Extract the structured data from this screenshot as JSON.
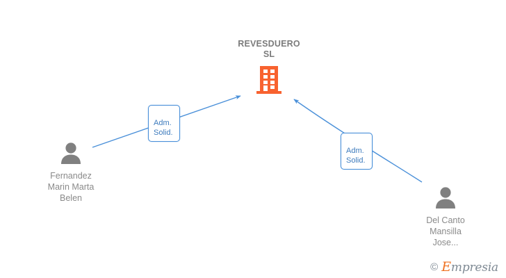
{
  "graph": {
    "background_color": "#ffffff",
    "edge_color": "#4a90d9",
    "company_color": "#f8622f",
    "person_color": "#808080",
    "label_text_color": "#3d7bbd"
  },
  "company": {
    "name": "REVESDUERO\nSL",
    "icon": "building-icon",
    "icon_color": "#f8622f"
  },
  "persons": [
    {
      "id": "fernandez-marin-marta-belen",
      "name": "Fernandez\nMarin Marta\nBelen",
      "icon": "person-icon",
      "icon_color": "#808080",
      "position": "left"
    },
    {
      "id": "del-canto-mansilla-jose",
      "name": "Del Canto\nMansilla\nJose...",
      "icon": "person-icon",
      "icon_color": "#808080",
      "position": "right"
    }
  ],
  "edges": [
    {
      "id": "edge-fernandez-to-revesduero",
      "from": "fernandez-marin-marta-belen",
      "to": "revesduero-sl",
      "label": "Adm.\nSolid.",
      "direction": "to-company"
    },
    {
      "id": "edge-delcanto-to-revesduero",
      "from": "del-canto-mansilla-jose",
      "to": "revesduero-sl",
      "label": "Adm.\nSolid.",
      "direction": "to-company"
    }
  ],
  "watermark": {
    "copyright": "©",
    "brand_first_letter": "E",
    "brand_rest": "mpresia"
  }
}
